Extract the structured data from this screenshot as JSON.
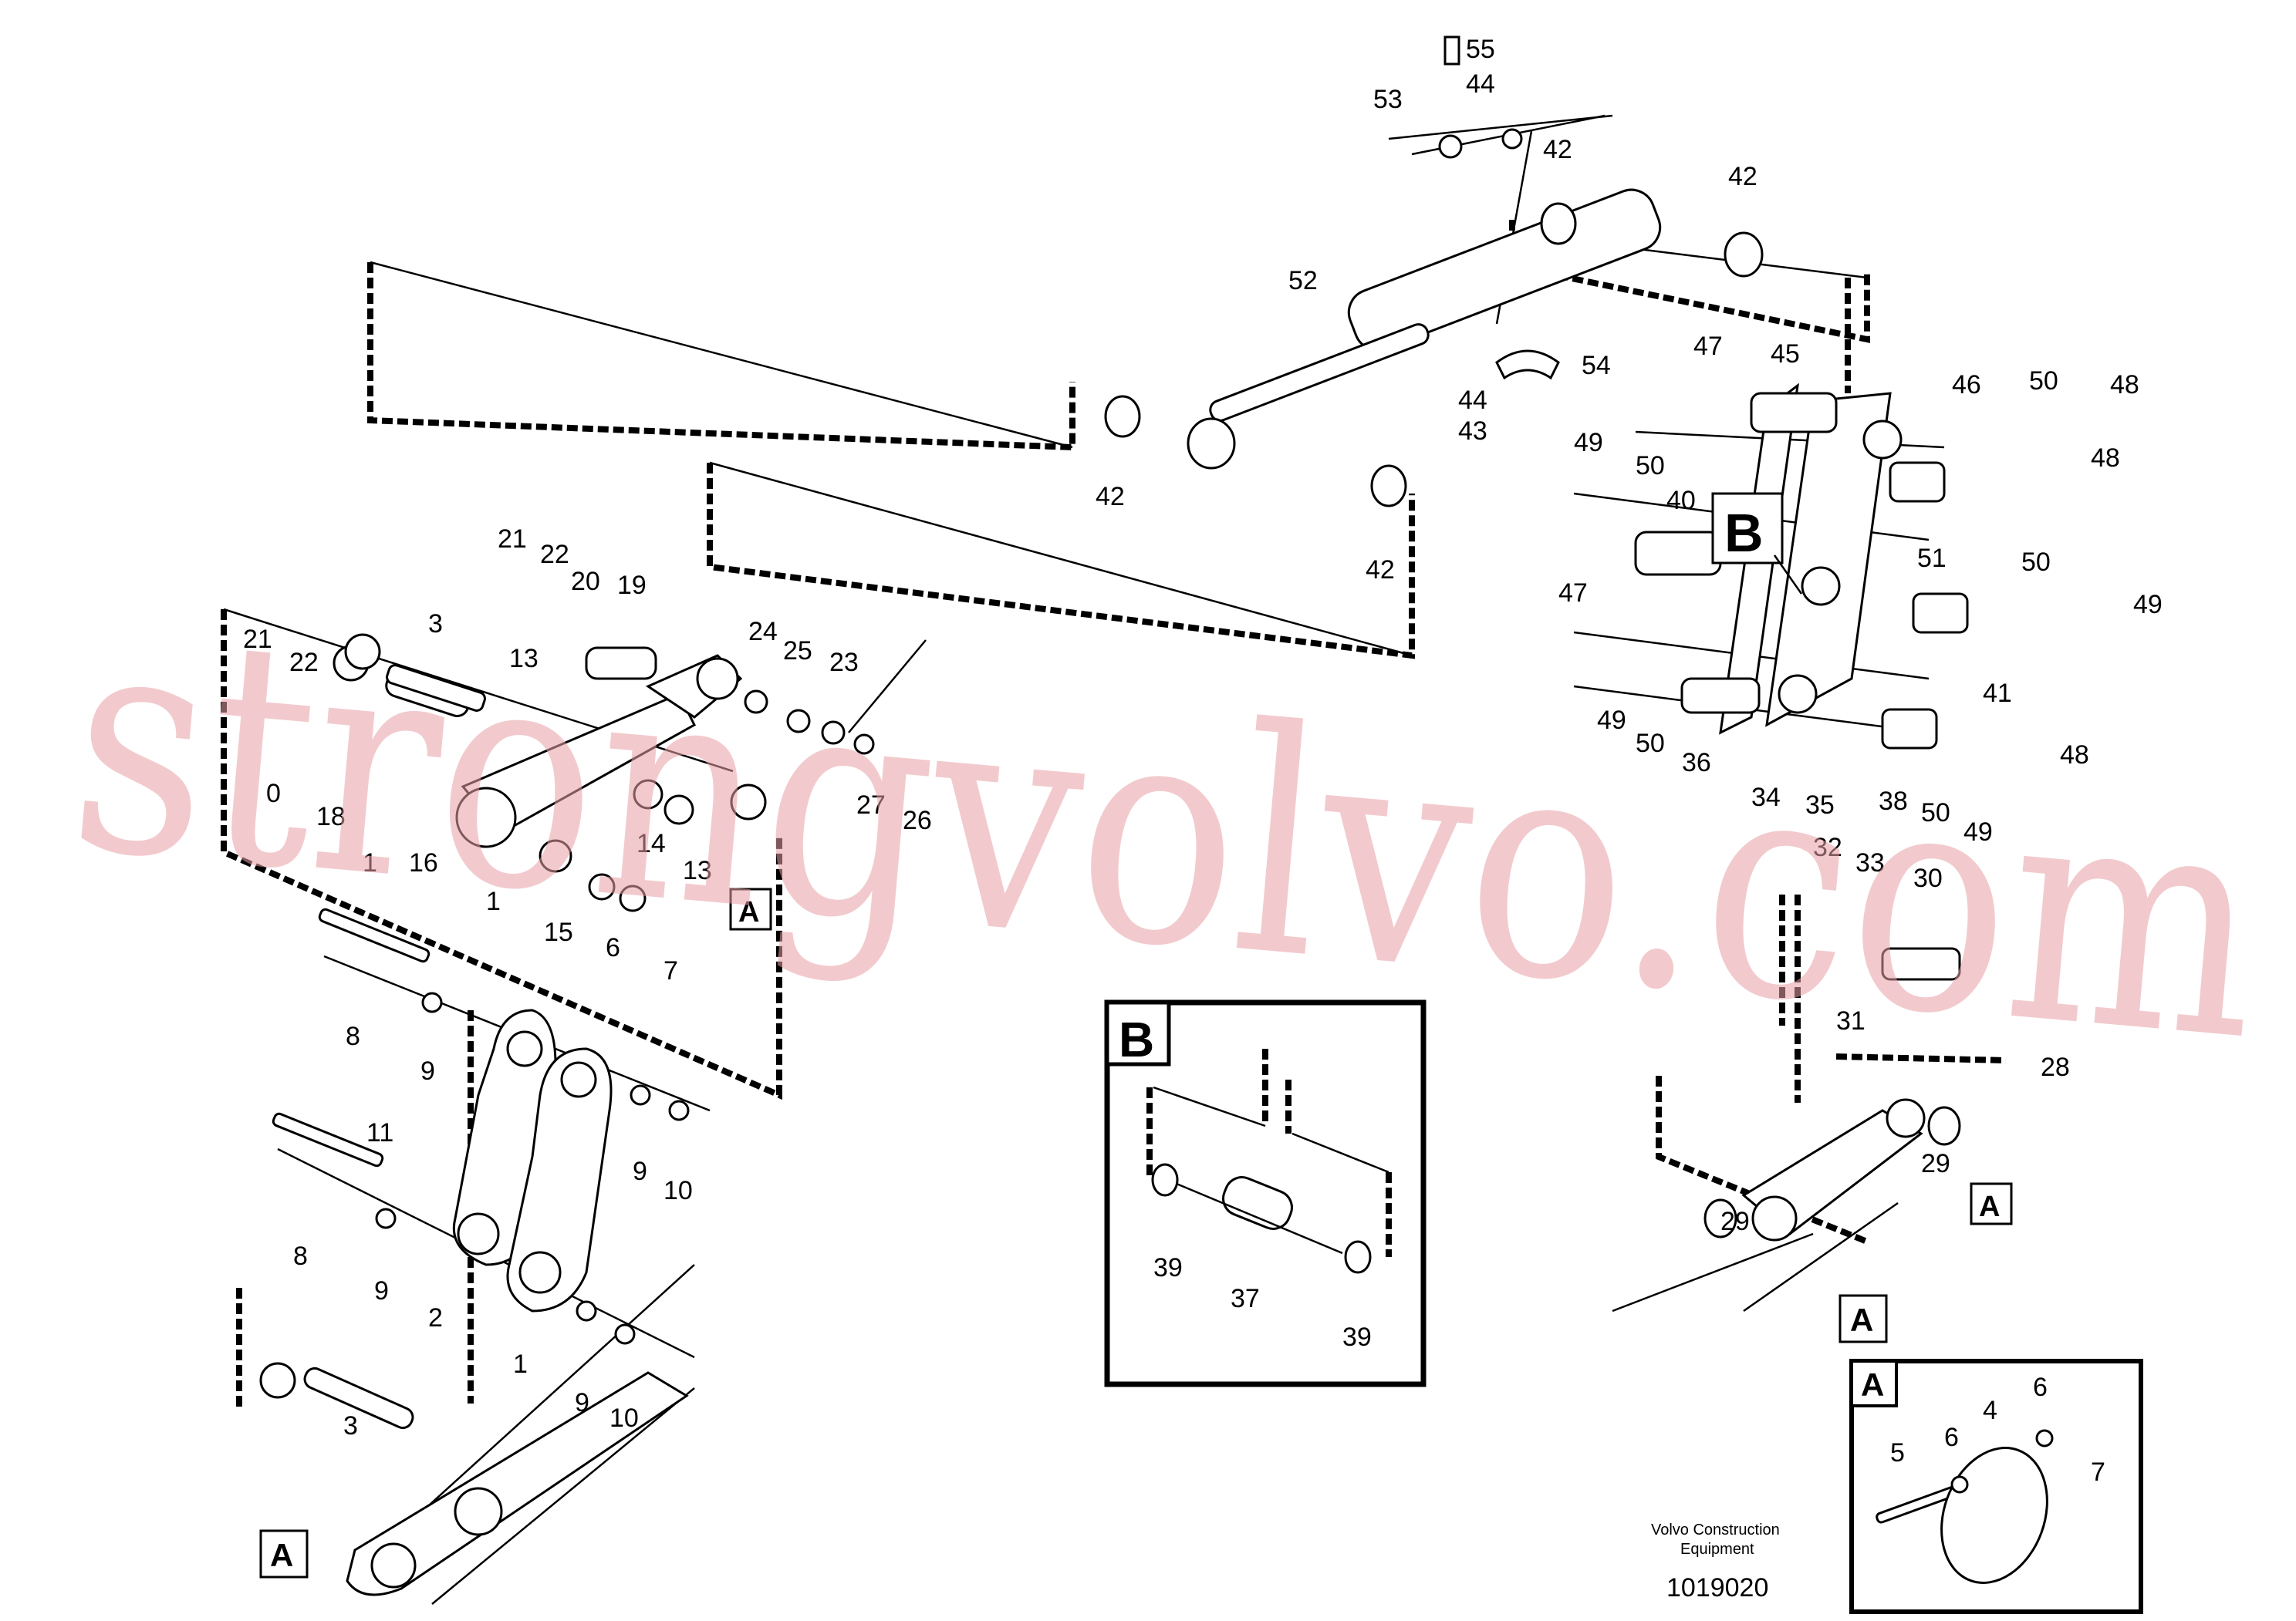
{
  "watermark": "strongvolvo.com",
  "footer": {
    "company_line1": "Volvo Construction",
    "company_line2": "Equipment",
    "drawing_number": "1019020"
  },
  "detail_markers": {
    "a": "A",
    "b": "B"
  },
  "inset_b_labels": [
    "39",
    "37",
    "39"
  ],
  "inset_a_labels": [
    "5",
    "6",
    "4",
    "6",
    "7"
  ],
  "labels": [
    "55",
    "44",
    "53",
    "42",
    "42",
    "52",
    "54",
    "44",
    "43",
    "47",
    "45",
    "46",
    "50",
    "48",
    "48",
    "49",
    "50",
    "40",
    "42",
    "42",
    "47",
    "51",
    "49",
    "50",
    "41",
    "48",
    "49",
    "50",
    "36",
    "34",
    "35",
    "38",
    "50",
    "49",
    "32",
    "33",
    "30",
    "31",
    "28",
    "29",
    "29",
    "21",
    "22",
    "20",
    "19",
    "3",
    "13",
    "24",
    "25",
    "23",
    "27",
    "26",
    "21",
    "22",
    "0",
    "18",
    "1",
    "16",
    "14",
    "13",
    "1",
    "15",
    "6",
    "7",
    "8",
    "9",
    "11",
    "9",
    "10",
    "8",
    "9",
    "2",
    "1",
    "9",
    "10",
    "3"
  ],
  "colors": {
    "line": "#000000",
    "watermark": "#e8a0a6",
    "background": "#ffffff"
  }
}
